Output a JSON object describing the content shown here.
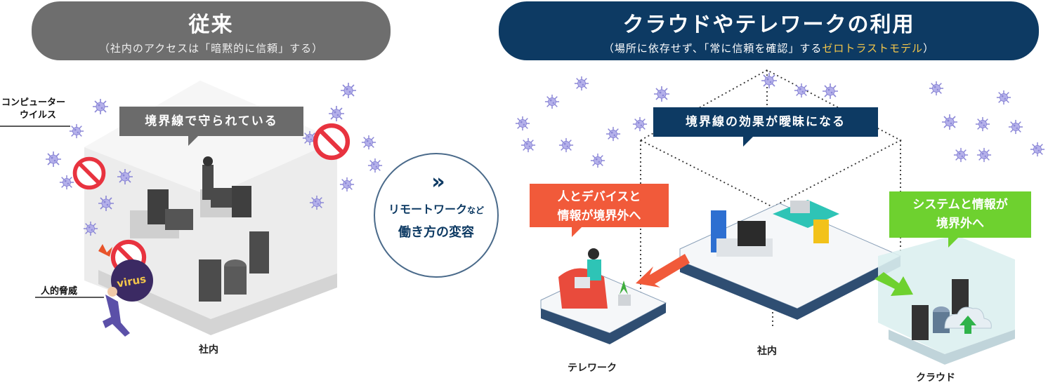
{
  "left_header": {
    "title": "従来",
    "subtitle": "（社内のアクセスは「暗黙的に信頼」する）"
  },
  "right_header": {
    "title": "クラウドやテレワークの利用",
    "subtitle_pre": "（場所に依存せず、「常に信頼を確認」する",
    "subtitle_highlight": "ゼロトラストモデル",
    "subtitle_post": "）"
  },
  "callouts": {
    "boundary_protected": "境界線で守られている",
    "boundary_blurred": "境界線の効果が曖昧になる",
    "people_out_line1": "人とデバイスと",
    "people_out_line2": "情報が境界外へ",
    "systems_out_line1": "システムと情報が",
    "systems_out_line2": "境界外へ"
  },
  "labels": {
    "computer_virus_line1": "コンピューター",
    "computer_virus_line2": "ウイルス",
    "human_threat": "人的脅威",
    "virus_text": "virus",
    "office_left": "社内",
    "office_right": "社内",
    "telework": "テレワーク",
    "cloud": "クラウド"
  },
  "center": {
    "chevrons": "»",
    "line1_main": "リモートワーク",
    "line1_small": "など",
    "line2": "働き方の変容"
  },
  "colors": {
    "gray_pill": "#6e6e6e",
    "navy": "#0d3a63",
    "orange": "#f15a3a",
    "green": "#6ed12f",
    "highlight": "#f3c64a"
  }
}
